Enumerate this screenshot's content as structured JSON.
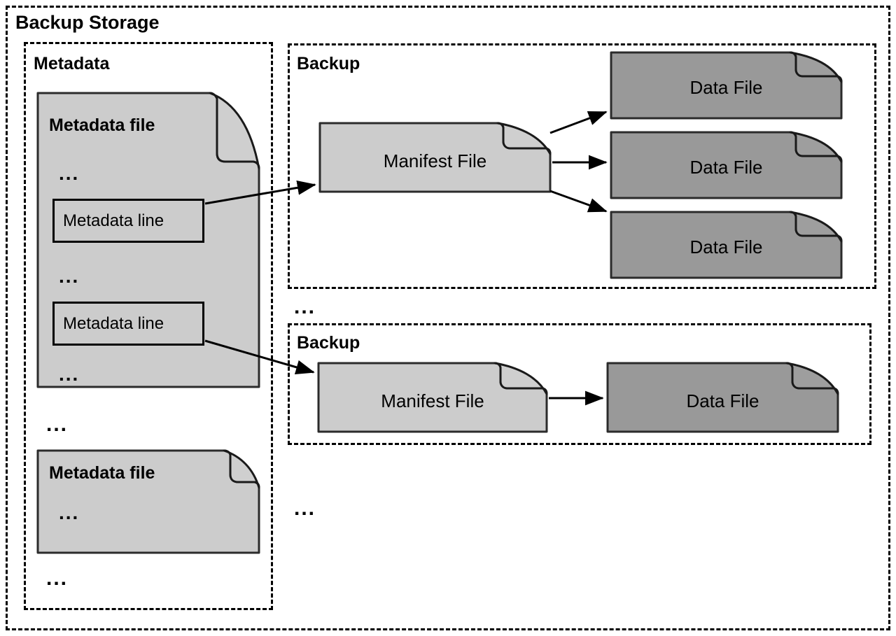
{
  "diagram": {
    "title": "Backup Storage",
    "colors": {
      "stroke": "#000000",
      "metadata_file_fill": "#cccccc",
      "manifest_file_fill": "#cccccc",
      "data_file_fill": "#999999",
      "fold_fill": "#bfbfbf",
      "background": "#ffffff"
    }
  },
  "metadata_section": {
    "title": "Metadata",
    "files": [
      {
        "label": "Metadata file",
        "ellipsis_top": "...",
        "lines": [
          {
            "label": "Metadata line"
          },
          {
            "label": "Metadata line"
          }
        ],
        "ellipsis_mid": "...",
        "ellipsis_bottom": "..."
      },
      {
        "label": "Metadata file",
        "ellipsis_inner": "..."
      }
    ],
    "ellipsis_between_files": "...",
    "ellipsis_after_files": "..."
  },
  "backups": [
    {
      "title": "Backup",
      "manifest": {
        "label": "Manifest File"
      },
      "data_files": [
        {
          "label": "Data File"
        },
        {
          "label": "Data File"
        },
        {
          "label": "Data File"
        }
      ]
    },
    {
      "title": "Backup",
      "manifest": {
        "label": "Manifest File"
      },
      "data_files": [
        {
          "label": "Data File"
        }
      ]
    }
  ],
  "backup_column": {
    "ellipsis_between_backups": "...",
    "ellipsis_after_backups": "..."
  }
}
